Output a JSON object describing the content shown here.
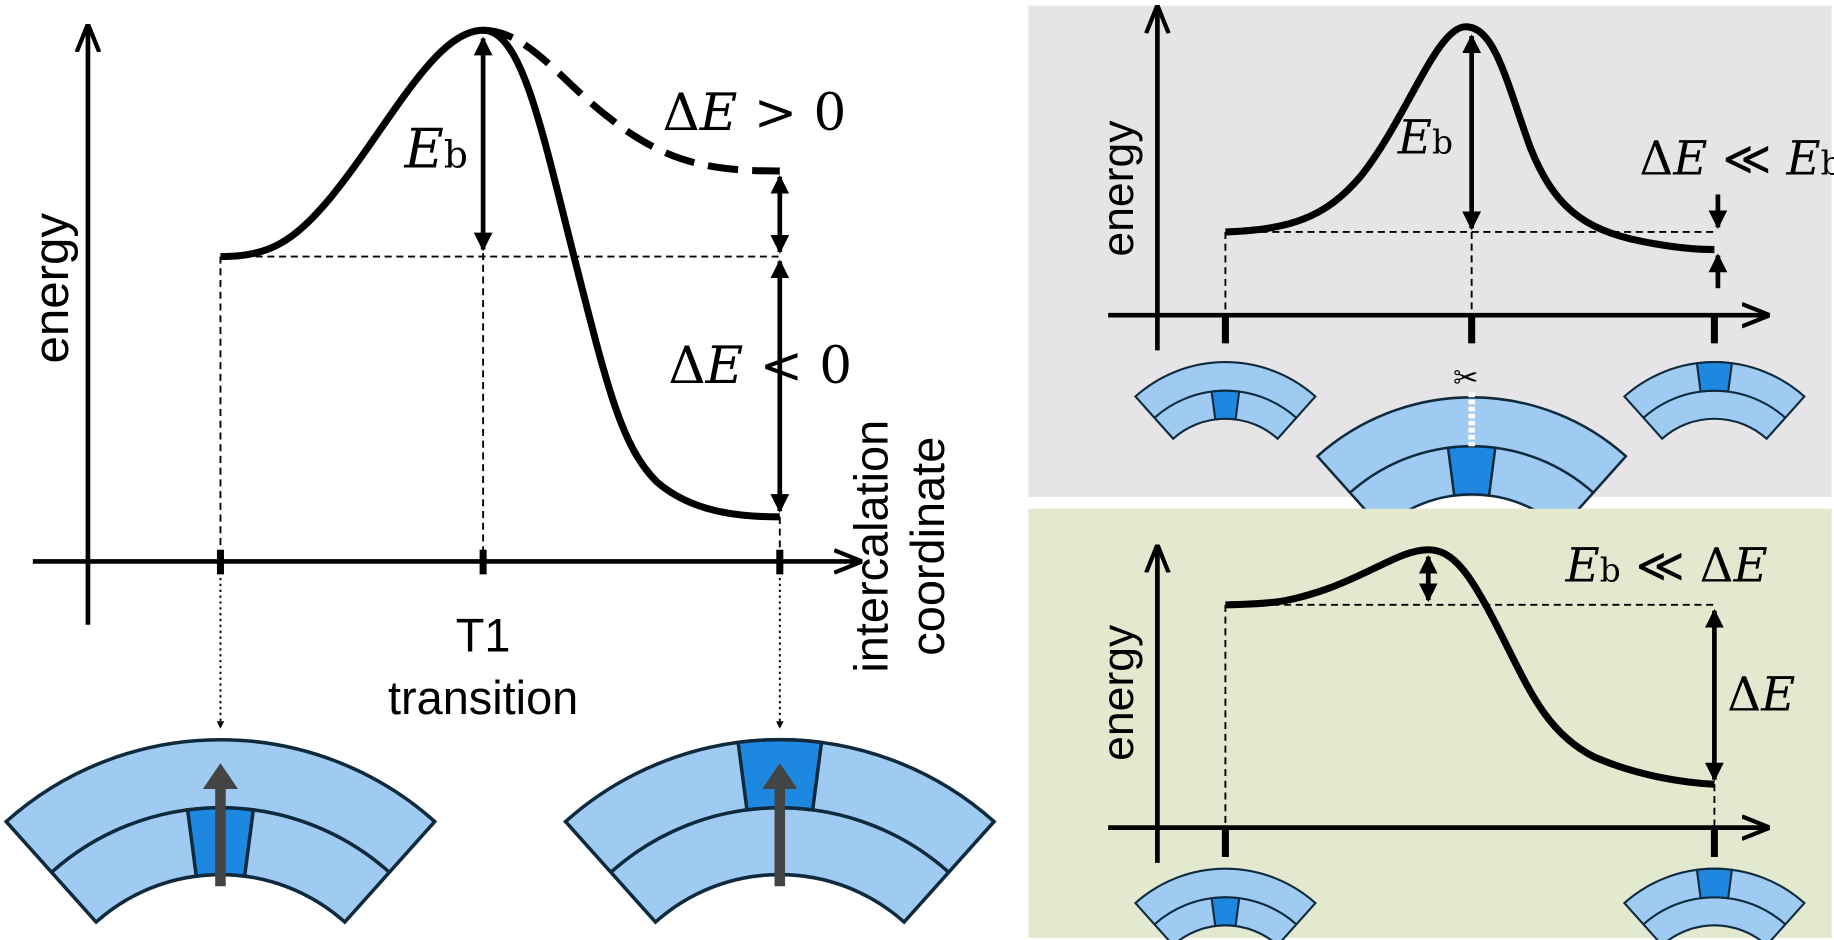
{
  "main_panel": {
    "y_label": "energy",
    "x_label_line1": "intercalation",
    "x_label_line2": "coordinate",
    "tick_label_line1": "T1",
    "tick_label_line2": "transition",
    "barrier_label": {
      "main": "E",
      "sub": "b"
    },
    "dE_positive": {
      "delta": "Δ",
      "E": "E",
      "rel": " > 0"
    },
    "dE_negative": {
      "delta": "Δ",
      "E": "E",
      "rel": " < 0"
    }
  },
  "top_right_panel": {
    "y_label": "energy",
    "barrier_label": {
      "main": "E",
      "sub": "b"
    },
    "relation": {
      "delta": "Δ",
      "E": "E",
      "rel": " ≪ ",
      "E2": "E",
      "sub": "b"
    },
    "background": "#e6e4e6"
  },
  "bottom_right_panel": {
    "y_label": "energy",
    "relation": {
      "E": "E",
      "sub": "b",
      "rel": " ≪ ",
      "delta": "Δ",
      "E2": "E"
    },
    "dE_label": {
      "delta": "Δ",
      "E": "E"
    },
    "background": "#e2e9cf"
  },
  "colors": {
    "layer": "#9fcbf2",
    "block": "#1e88e0",
    "outline": "#0f2a3d",
    "arrow": "#444444"
  }
}
